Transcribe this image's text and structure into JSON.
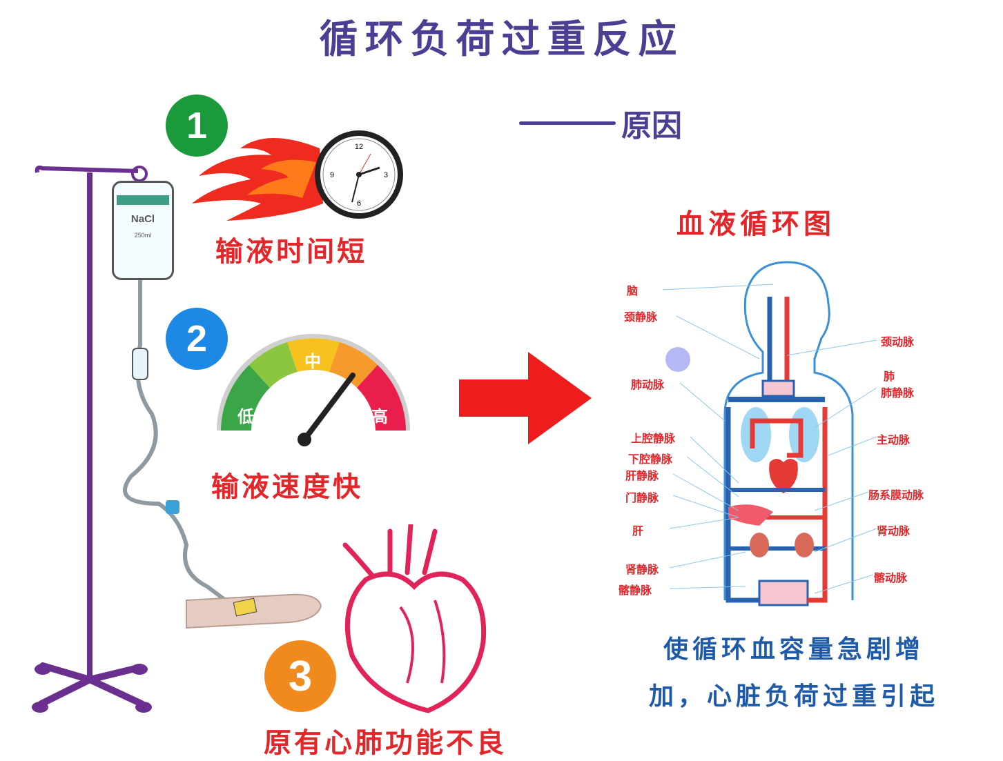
{
  "title": "循环负荷过重反应",
  "subtitle": "原因",
  "causes": [
    {
      "number": "1",
      "label": "输液时间短",
      "color": "#1a9a3a"
    },
    {
      "number": "2",
      "label": "输液速度快",
      "color": "#1e88e5"
    },
    {
      "number": "3",
      "label": "原有心肺功能不良",
      "color": "#f08a1c"
    }
  ],
  "iv_bag": {
    "name": "NaCl",
    "volume": "250ml"
  },
  "gauge": {
    "low": "低",
    "mid": "中",
    "high": "高"
  },
  "diagram": {
    "title": "血液循环图",
    "labels_left": [
      "脑",
      "颈静脉",
      "肺动脉",
      "上腔静脉",
      "下腔静脉",
      "肝静脉",
      "门静脉",
      "肝",
      "肾静脉",
      "髂静脉"
    ],
    "labels_right": [
      "颈动脉",
      "肺",
      "肺静脉",
      "主动脉",
      "肠系膜动脉",
      "肾动脉",
      "髂动脉"
    ]
  },
  "conclusion": {
    "line1": "使循环血容量急剧增",
    "line2": "加，心脏负荷过重引起"
  },
  "colors": {
    "title": "#4a3f93",
    "accent_red": "#e4262a",
    "conclusion_blue": "#1f5aa8",
    "stand_purple": "#6a2f8f"
  },
  "icons": [
    "iv-stand-icon",
    "iv-bag-icon",
    "clock-icon",
    "flame-icon",
    "gauge-icon",
    "arrow-right-icon",
    "heart-icon",
    "hand-icon",
    "body-circulation-icon"
  ]
}
